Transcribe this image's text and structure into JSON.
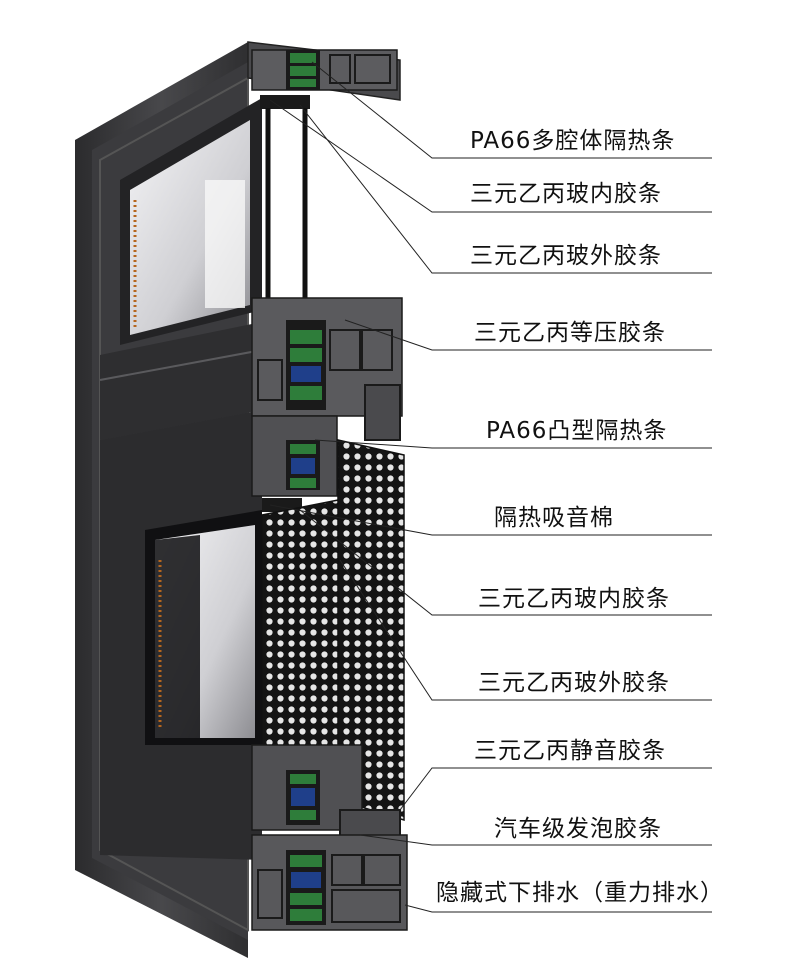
{
  "diagram": {
    "callouts": [
      {
        "id": "pa66-multi-cavity-strip",
        "text": "PA66多腔体隔热条"
      },
      {
        "id": "epdm-inner-glazing-strip-top",
        "text": "三元乙丙玻内胶条"
      },
      {
        "id": "epdm-outer-glazing-strip-top",
        "text": "三元乙丙玻外胶条"
      },
      {
        "id": "epdm-equal-pressure-strip",
        "text": "三元乙丙等压胶条"
      },
      {
        "id": "pa66-convex-strip",
        "text": "PA66凸型隔热条"
      },
      {
        "id": "insulation-sound-cotton",
        "text": "隔热吸音棉"
      },
      {
        "id": "epdm-inner-glazing-strip-bottom",
        "text": "三元乙丙玻内胶条"
      },
      {
        "id": "epdm-outer-glazing-strip-bottom",
        "text": "三元乙丙玻外胶条"
      },
      {
        "id": "epdm-silent-strip",
        "text": "三元乙丙静音胶条"
      },
      {
        "id": "auto-grade-foam-strip",
        "text": "汽车级发泡胶条"
      },
      {
        "id": "hidden-bottom-drainage",
        "text": "隐藏式下排水（重力排水）"
      }
    ],
    "colors": {
      "profile": "#3a3a3c",
      "profile_dark": "#1e1e20",
      "thermal_break": "#2e7d3a",
      "gasket_blue": "#1f3f8a",
      "screen": "#1a1a1a",
      "glass": "#e8e8ea"
    }
  }
}
